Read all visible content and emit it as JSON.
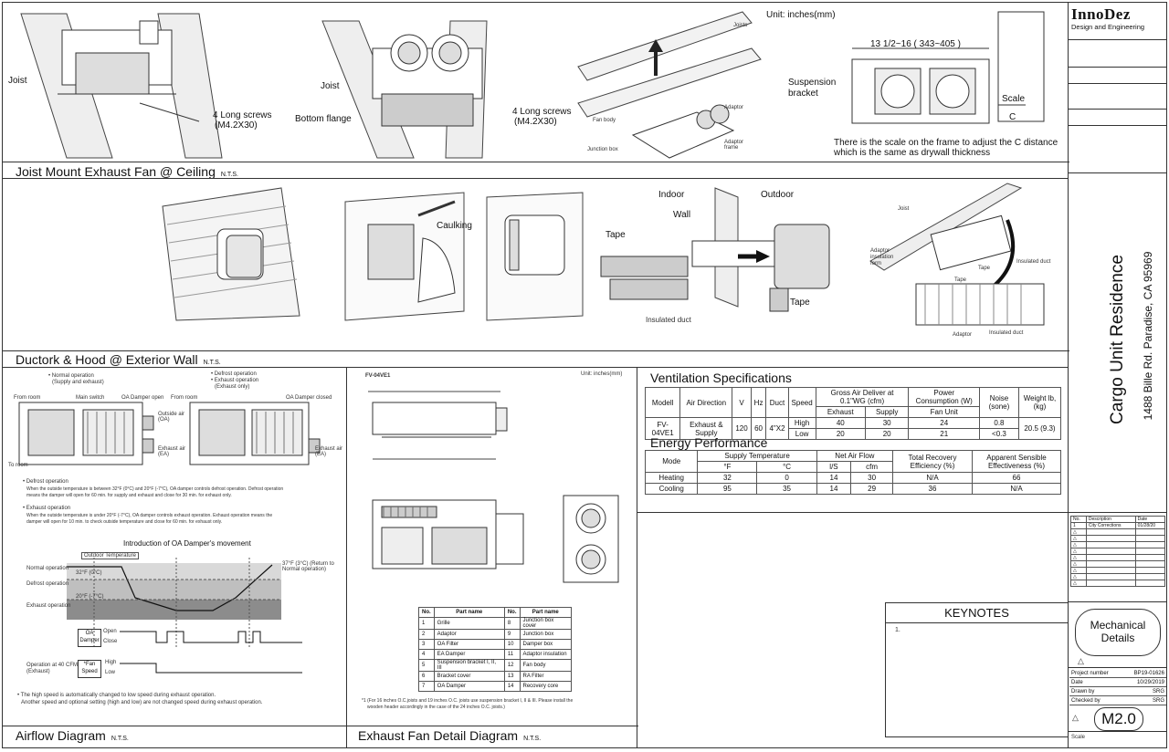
{
  "panels": {
    "top_title": "Joist Mount Exhaust Fan @ Ceiling",
    "top_nts": "N.T.S.",
    "mid_title": "Ductork & Hood @ Exterior Wall",
    "mid_nts": "N.T.S.",
    "airflow_title": "Airflow Diagram",
    "airflow_nts": "N.T.S.",
    "detail_title": "Exhaust Fan Detail Diagram",
    "detail_nts": "N.T.S."
  },
  "top_labels": {
    "joist1": "Joist",
    "screws1": "4 Long screws",
    "screws1b": "(M4.2X30)",
    "joist2": "Joist",
    "flange": "Bottom flange",
    "screws2": "4 Long screws",
    "screws2b": "(M4.2X30)",
    "joists3": "Joists",
    "fan_body": "Fan body",
    "adaptor": "Adaptor",
    "adaptor_frame": "Adaptor frame",
    "junction": "Junction box",
    "unit": "Unit: inches(mm)",
    "dimension": "13 1/2~16 ( 343~405 )",
    "suspension": "Suspension",
    "suspension2": "bracket",
    "scale": "Scale",
    "c": "C",
    "note1": "There is the scale on the frame to adjust the C distance",
    "note2": "which is the same as drywall thickness"
  },
  "mid_labels": {
    "caulking": "Caulking",
    "indoor": "Indoor",
    "outdoor": "Outdoor",
    "wall": "Wall",
    "tape1": "Tape",
    "tape2": "Tape",
    "insulated": "Insulated duct",
    "joist": "Joist",
    "adaptor_ins": "Adaptor",
    "adaptor_ins2": "insulation",
    "adaptor_ins3": "form",
    "tape3": "Tape",
    "tape4": "Tape",
    "insulated2": "Insulated duct",
    "adaptor2": "Adaptor",
    "insulated3": "Insulated duct"
  },
  "airflow": {
    "normal_op": "• Normal operation",
    "normal_op2": "(Supply and exhaust)",
    "defrost_op": "• Defrost operation",
    "exhaust_op": "• Exhaust operation",
    "exhaust_only": "(Exhaust only)",
    "from_room1": "From room",
    "main_switch": "Main switch",
    "oa_open": "OA Damper open",
    "outside_air": "Outside air (OA)",
    "exhaust_air": "Exhaust air (EA)",
    "to_room": "To room",
    "from_room2": "From room",
    "oa_closed": "OA Damper closed",
    "exhaust_air2": "Exhaust air (EA)",
    "defrost_h": "• Defrost operation",
    "defrost_text1": "When the outside temperature is between 32°F (0°C) and 20°F (-7°C), OA damper controls defrost operation. Defrost operation",
    "defrost_text2": "means the damper will open for 60 min. for supply and exhaust and close for 30 min. for exhaust only.",
    "exhaust_h": "• Exhaust operation",
    "exhaust_text1": "When the outside temperature is under 20°F (-7°C), OA damper controls exhaust operation. Exhaust operation means the",
    "exhaust_text2": "damper will open for 10 min. to check outside temperature and close for 60 min. for exhaust only.",
    "intro": "Introduction of OA Damper's movement",
    "outdoor_temp": "Outdoor Temperature",
    "normal_row": "Normal operation",
    "defrost_row": "Defrost operation",
    "exhaust_row": "Exhaust operation",
    "t32": "32°F (0°C)",
    "t20": "20°F (-7°C)",
    "t37": "37°F (3°C) (Return to Normal operation)",
    "oa_damper": "OA Damper",
    "open": "Open",
    "close": "Close",
    "fan_speed": "*Fan Speed",
    "high": "High",
    "low": "Low",
    "op40": "Operation at 40 CFM",
    "op40b": "(Exhaust)",
    "foot1": "• The high speed is automatically changed to low speed during exhaust operation.",
    "foot2": "Another speed and optional setting (high and low) are not changed speed during exhaust operation."
  },
  "detail": {
    "model": "FV-04VE1",
    "unit": "Unit: inches(mm)",
    "parts_headers": [
      "No.",
      "Part name",
      "No.",
      "Part name"
    ],
    "parts": [
      [
        "1",
        "Grille",
        "8",
        "Junction box cover"
      ],
      [
        "2",
        "Adaptor",
        "9",
        "Junction box"
      ],
      [
        "3",
        "OA Filter",
        "10",
        "Damper box"
      ],
      [
        "4",
        "EA Damper",
        "11",
        "Adaptor insulation"
      ],
      [
        "5",
        "Suspension bracket I, II, III",
        "12",
        "Fan body"
      ],
      [
        "6",
        "Bracket cover",
        "13",
        "RA Filter"
      ],
      [
        "7",
        "OA Damper",
        "14",
        "Recovery core"
      ]
    ],
    "note1": "*1 (For 16 inches O.C.joists and 19 inches O.C. joists use suspension bracket I, II & III. Please install the",
    "note2": "wooden header accordingly in the case of the 24 inches O.C. joists.)"
  },
  "ventilation": {
    "title": "Ventilation Specifications",
    "h_model": "Modell",
    "h_direction": "Air Direction",
    "h_v": "V",
    "h_hz": "Hz",
    "h_duct": "Duct",
    "h_speed": "Speed",
    "h_gross": "Gross Air Deliver at 0.1\"WG (cfm)",
    "h_exhaust": "Exhaust",
    "h_supply": "Supply",
    "h_power": "Power Consumption (W)",
    "h_fanunit": "Fan Unit",
    "h_noise": "Noise (sone)",
    "h_weight": "Weight lb,(kg)",
    "model": "FV-04VE1",
    "direction": "Exhaust & Supply",
    "v": "120",
    "hz": "60",
    "duct": "4\"X2",
    "rows": [
      {
        "speed": "High",
        "exhaust": "40",
        "supply": "30",
        "power": "24",
        "noise": "0.8"
      },
      {
        "speed": "Low",
        "exhaust": "20",
        "supply": "20",
        "power": "21",
        "noise": "<0.3"
      }
    ],
    "weight": "20.5 (9.3)"
  },
  "energy": {
    "title": "Energy Performance",
    "h_mode": "Mode",
    "h_supply_temp": "Supply Temperature",
    "h_f": "°F",
    "h_c": "°C",
    "h_net": "Net Air Flow",
    "h_ls": "l/S",
    "h_cfm": "cfm",
    "h_total": "Total Recovery Efficiency (%)",
    "h_apparent": "Apparent Sensible Effectiveness (%)",
    "rows": [
      {
        "mode": "Heating",
        "f": "32",
        "c": "0",
        "ls": "14",
        "cfm": "30",
        "total": "N/A",
        "apparent": "66"
      },
      {
        "mode": "Cooling",
        "f": "95",
        "c": "35",
        "ls": "14",
        "cfm": "29",
        "total": "36",
        "apparent": "N/A"
      }
    ]
  },
  "keynotes": {
    "title": "KEYNOTES",
    "item1": "1."
  },
  "title_block": {
    "brand1": "InnoDez",
    "brand2": "Design and Engineering",
    "project": "Cargo Unit Residence",
    "address": "1488 Bille Rd. Paradise, CA 95969",
    "rev_headers": [
      "No.",
      "Description",
      "Date"
    ],
    "rev_row": [
      "1",
      "City Corrections",
      "01/28/20"
    ],
    "sheet_title1": "Mechanical",
    "sheet_title2": "Details",
    "project_number_l": "Project number",
    "project_number": "BP19-01626",
    "date_l": "Date",
    "date": "10/29/2019",
    "drawn_l": "Drawn by",
    "drawn": "SRG",
    "checked_l": "Checked by",
    "checked": "SRG",
    "sheet": "M2.0",
    "scale_l": "Scale"
  },
  "colors": {
    "line": "#333333",
    "gray_band": "#bfbfbf",
    "dark_band": "#8c8c8c"
  }
}
